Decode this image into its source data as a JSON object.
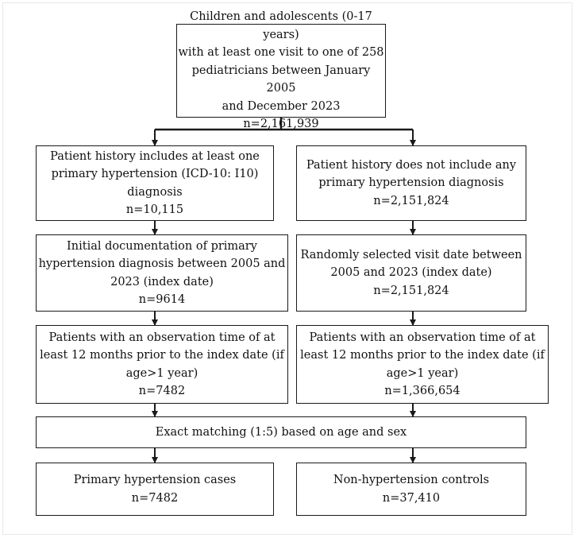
{
  "colors": {
    "line": "#1a1a1a",
    "box_border": "#1a1a1a",
    "background": "#ffffff",
    "text": "#111111"
  },
  "top": {
    "lines": [
      "Children and adolescents (0-17 years)",
      "with at least one visit to one of 258",
      "pediatricians between January 2005",
      "and December 2023",
      "n=2,161,939"
    ]
  },
  "left": {
    "history": {
      "lines": [
        "Patient history includes at least one",
        "primary hypertension (ICD-10: I10)",
        "diagnosis",
        "n=10,115"
      ]
    },
    "index": {
      "lines": [
        "Initial documentation of primary",
        "hypertension diagnosis between 2005 and",
        "2023 (index date)",
        "n=9614"
      ]
    },
    "observation": {
      "lines": [
        "Patients with an observation time of at",
        "least 12 months prior to the index date (if",
        "age>1 year)",
        "n=7482"
      ]
    },
    "result": {
      "lines": [
        "Primary hypertension cases",
        "n=7482"
      ]
    }
  },
  "right": {
    "history": {
      "lines": [
        "Patient history does not include any",
        "primary hypertension diagnosis",
        "n=2,151,824"
      ]
    },
    "index": {
      "lines": [
        "Randomly selected visit date between",
        "2005 and 2023 (index date)",
        "n=2,151,824"
      ]
    },
    "observation": {
      "lines": [
        "Patients with an observation time of at",
        "least 12 months prior to the index date (if",
        "age>1 year)",
        "n=1,366,654"
      ]
    },
    "result": {
      "lines": [
        "Non-hypertension controls",
        "n=37,410"
      ]
    }
  },
  "matching": {
    "lines": [
      "Exact matching (1:5) based on age and sex"
    ]
  }
}
